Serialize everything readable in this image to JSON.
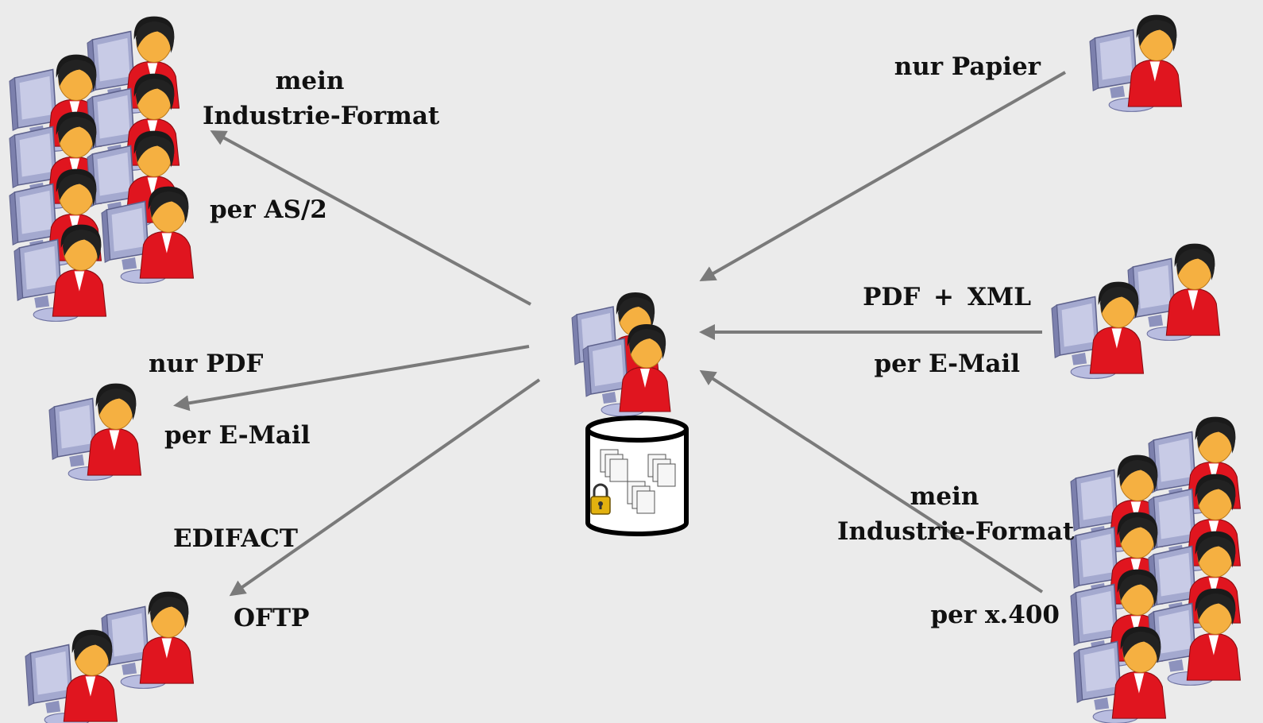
{
  "colors": {
    "background": "#ebebeb",
    "arrow": "#7a7a7a",
    "monitor": "#9fa4c9",
    "skin": "#f5b041",
    "hair": "#1a1a1a",
    "shirt": "#e0151f",
    "text": "#111111"
  },
  "icons": {
    "user": "user-at-computer-icon",
    "database": "database-cylinder-icon",
    "lock": "padlock-icon",
    "documents": "documents-icon"
  },
  "labels": {
    "top_left_line1": "mein",
    "top_left_line2": "Industrie-Format",
    "top_left_protocol": "per AS/2",
    "mid_left_format": "nur PDF",
    "mid_left_protocol": "per E-Mail",
    "bottom_left_format": "EDIFACT",
    "bottom_left_protocol": "OFTP",
    "top_right_format": "nur Papier",
    "mid_right_format": "PDF + XML",
    "mid_right_protocol": "per E-Mail",
    "bottom_right_line1": "mein",
    "bottom_right_line2": "Industrie-Format",
    "bottom_right_protocol": "per x.400"
  }
}
